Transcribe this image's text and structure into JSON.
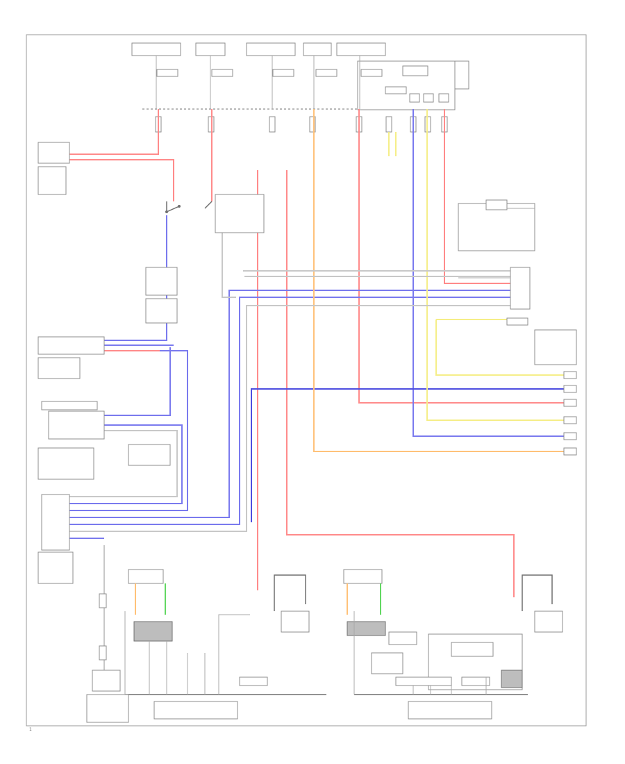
{
  "diagram": {
    "page_number": "1"
  },
  "colors": {
    "red": "#ff8b8b",
    "blue": "#7a7aee",
    "blue_dark": "#4e4ee0",
    "yellow": "#f5ee88",
    "orange": "#ffc27a",
    "green": "#63d863",
    "grey": "#bdbdbd",
    "outline": "#9a9a9a"
  },
  "wire_colors": [
    "red",
    "blue",
    "yellow",
    "orange",
    "green",
    "grey"
  ]
}
